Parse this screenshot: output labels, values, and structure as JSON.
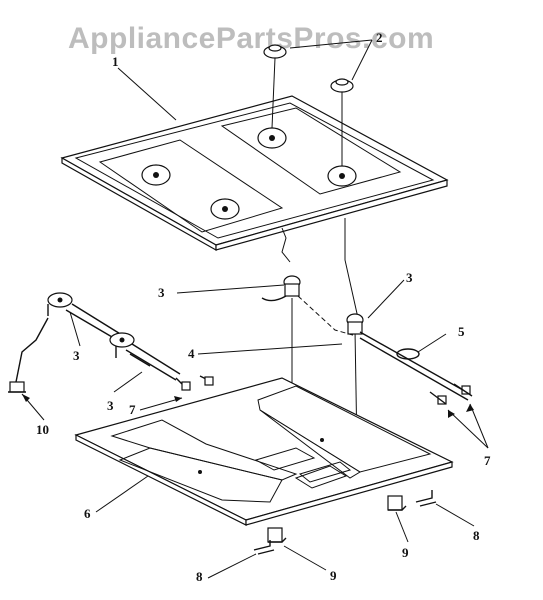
{
  "watermark": "AppliancePartsPros.com",
  "callouts": {
    "c1": "1",
    "c2": "2",
    "c3a": "3",
    "c3b": "3",
    "c3c": "3",
    "c3d": "3",
    "c4": "4",
    "c5": "5",
    "c6": "6",
    "c7a": "7",
    "c7b": "7",
    "c8a": "8",
    "c8b": "8",
    "c9a": "9",
    "c9b": "9",
    "c10": "10"
  }
}
